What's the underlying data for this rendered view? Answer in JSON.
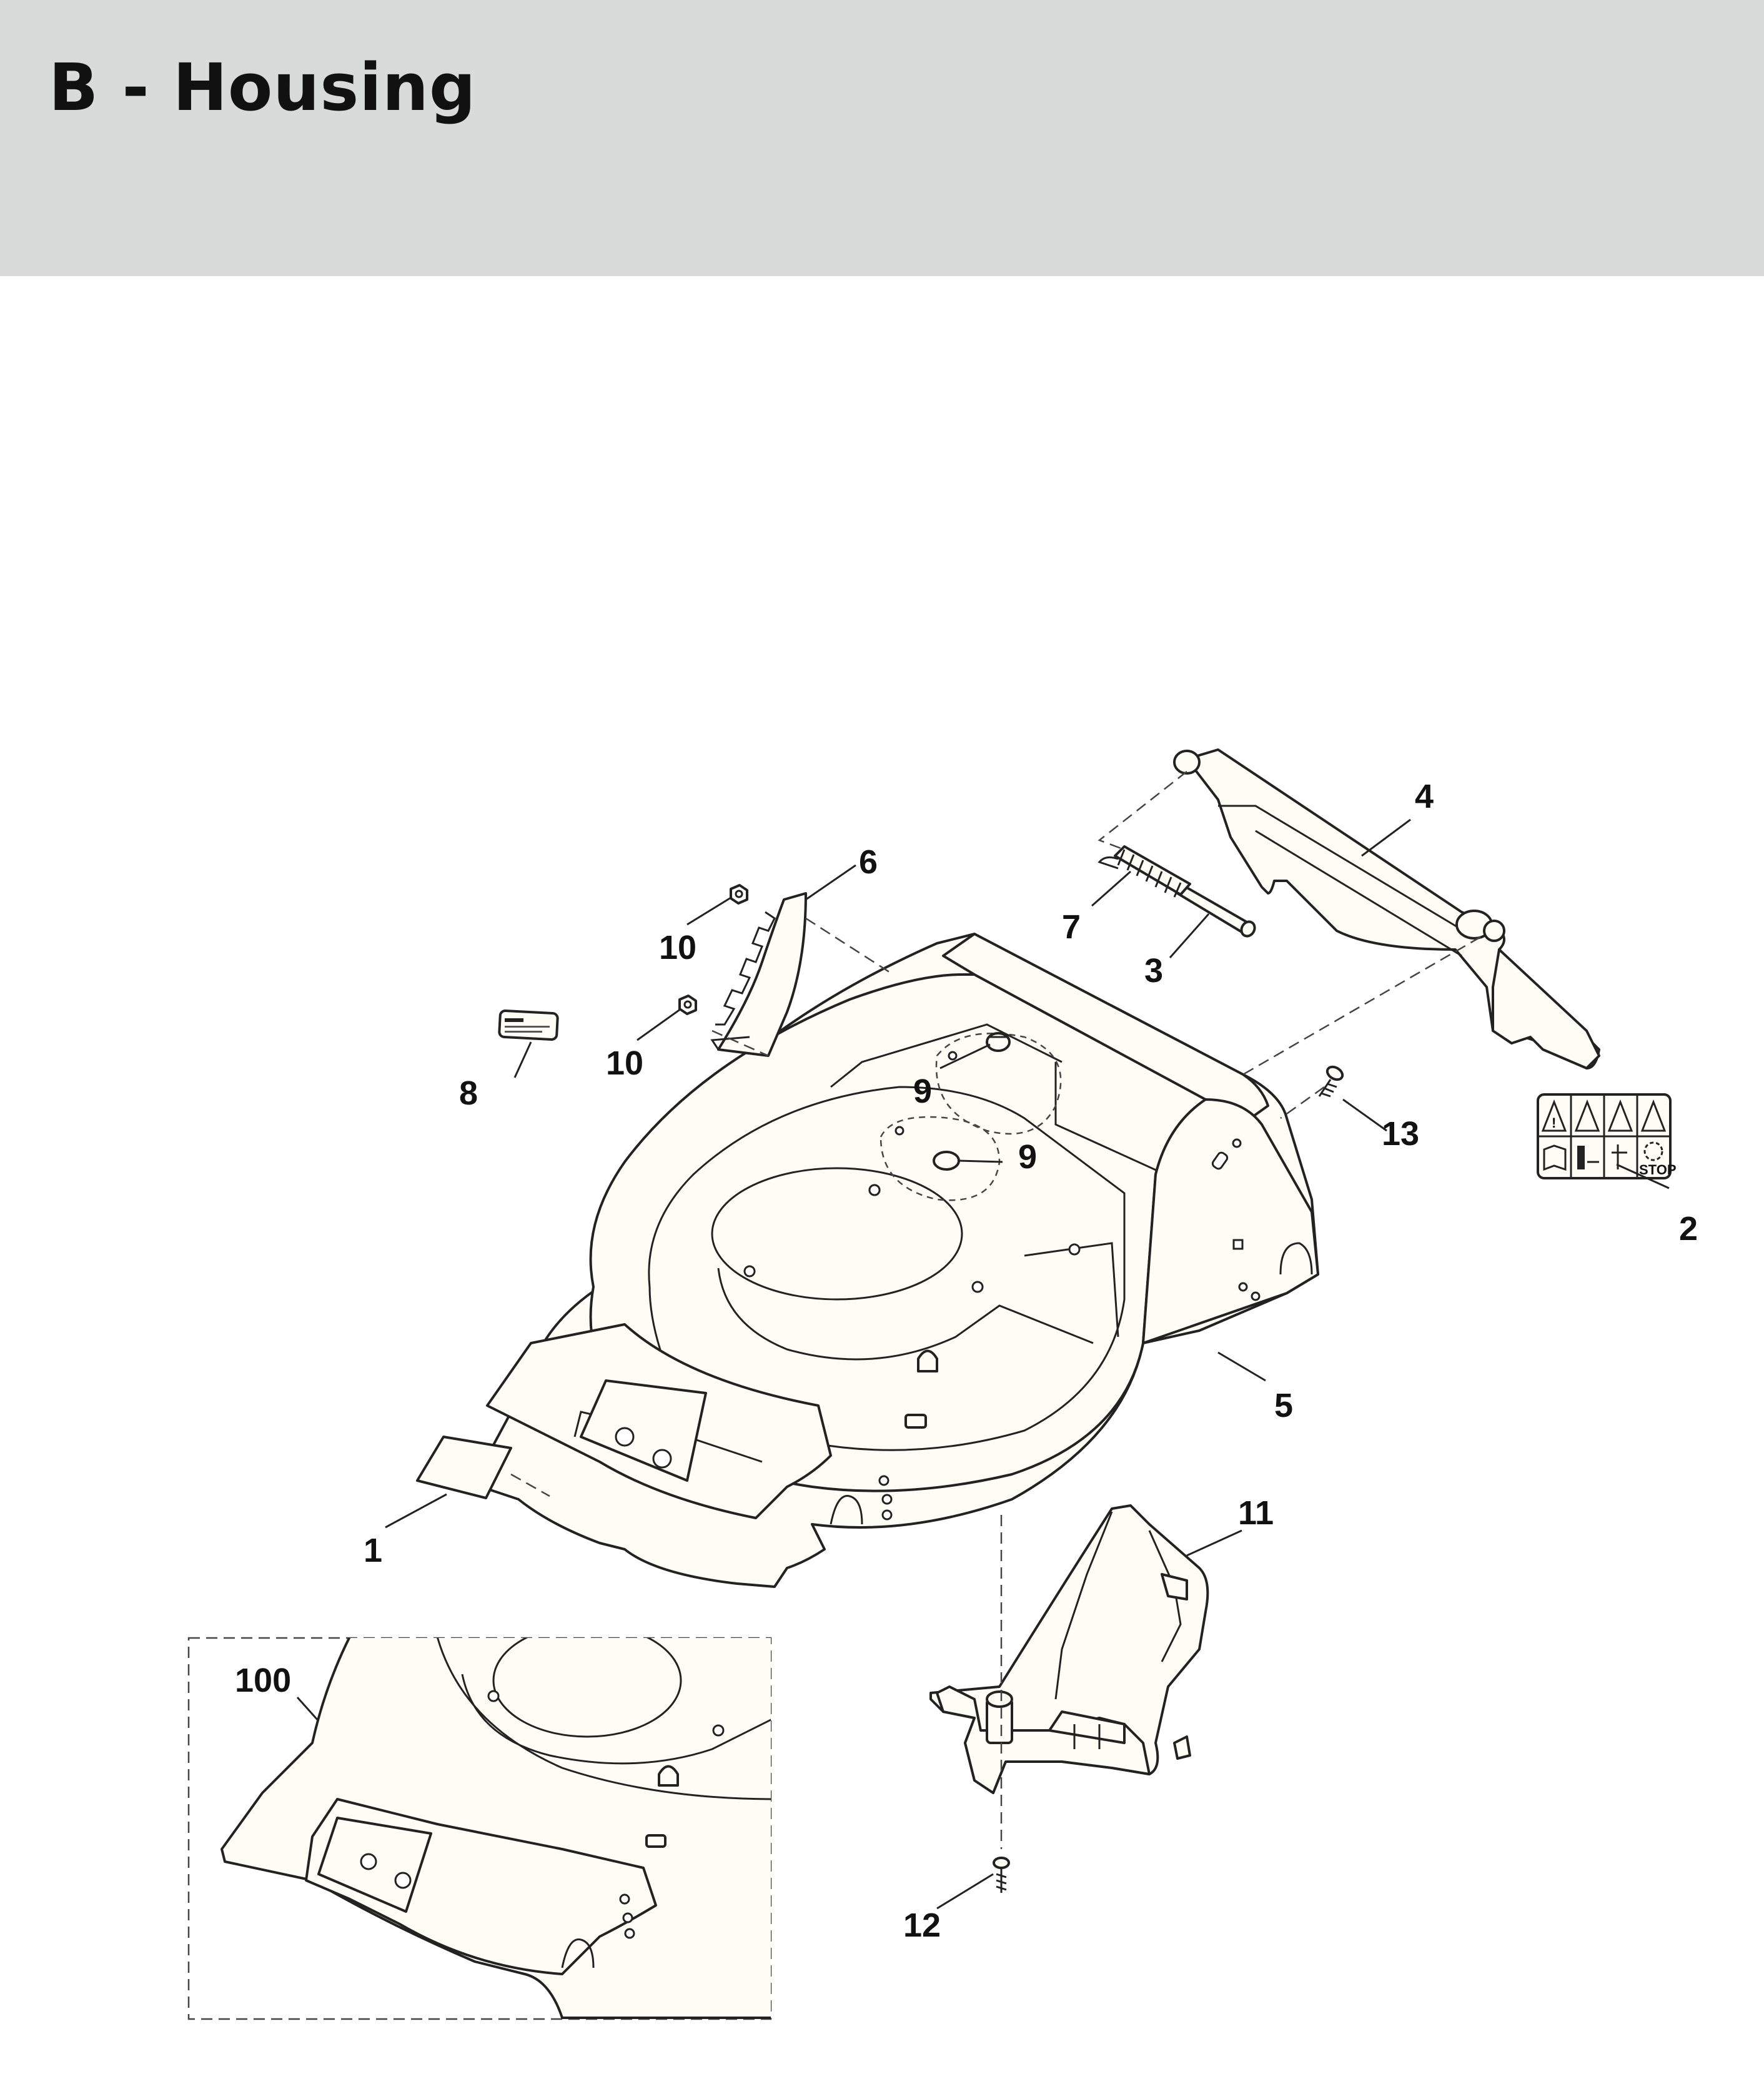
{
  "header": {
    "title": "B - Housing",
    "background_color": "#d9dbda"
  },
  "diagram": {
    "callouts": [
      {
        "id": "1",
        "label": "1"
      },
      {
        "id": "2",
        "label": "2"
      },
      {
        "id": "3",
        "label": "3"
      },
      {
        "id": "4",
        "label": "4"
      },
      {
        "id": "5",
        "label": "5"
      },
      {
        "id": "6",
        "label": "6"
      },
      {
        "id": "7",
        "label": "7"
      },
      {
        "id": "8",
        "label": "8"
      },
      {
        "id": "9a",
        "label": "9"
      },
      {
        "id": "9b",
        "label": "9"
      },
      {
        "id": "10a",
        "label": "10"
      },
      {
        "id": "10b",
        "label": "10"
      },
      {
        "id": "11",
        "label": "11"
      },
      {
        "id": "12",
        "label": "12"
      },
      {
        "id": "13",
        "label": "13"
      },
      {
        "id": "100",
        "label": "100"
      }
    ],
    "safety_sign": {
      "stop_text": "STOP"
    }
  }
}
